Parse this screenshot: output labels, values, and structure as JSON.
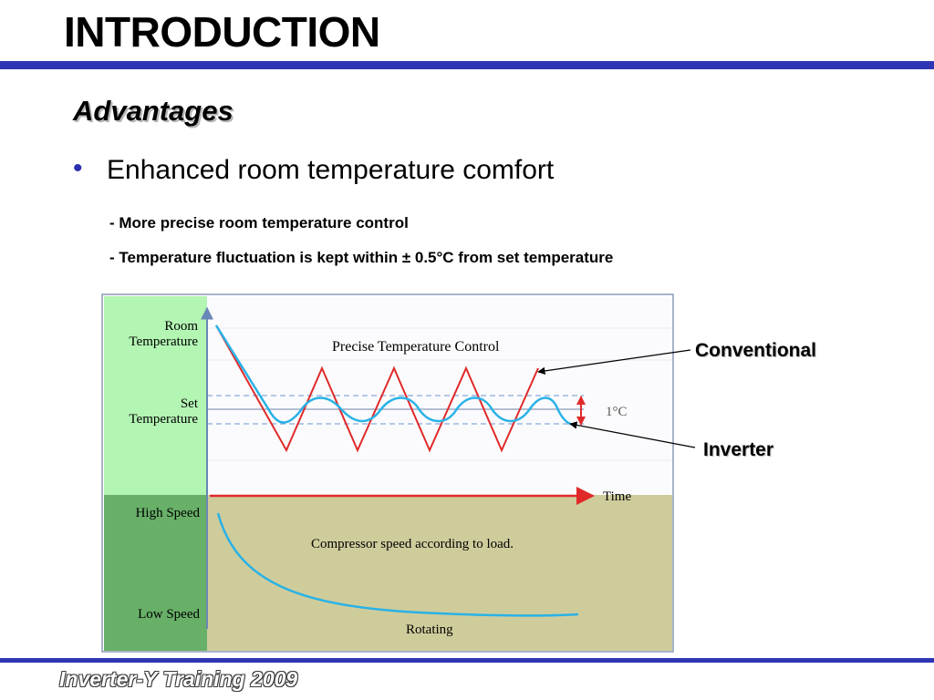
{
  "slide": {
    "title": "INTRODUCTION",
    "subtitle": "Advantages",
    "bullet_glyph": "•",
    "bullet": "Enhanced room temperature comfort",
    "details": [
      "- More precise room temperature control",
      "- Temperature fluctuation is kept within ± 0.5°C from set temperature"
    ],
    "footer": "Inverter-Y Training 2009"
  },
  "diagram": {
    "labels": {
      "room_temp_1": "Room",
      "room_temp_2": "Temperature",
      "set_temp_1": "Set",
      "set_temp_2": "Temperature",
      "high_speed": "High Speed",
      "low_speed": "Low Speed",
      "precise_control": "Precise Temperature Control",
      "time": "Time",
      "compressor": "Compressor speed according to load.",
      "rotating": "Rotating",
      "band": "1°C",
      "conventional": "Conventional",
      "inverter": "Inverter"
    },
    "colors": {
      "upper_left_panel": "#b3f5b3",
      "lower_left_panel": "#68b068",
      "lower_panel": "#cfcc9c",
      "conventional_line": "#e02a2a",
      "inverter_line": "#29b2e6",
      "axis": "#6a86b6"
    }
  }
}
